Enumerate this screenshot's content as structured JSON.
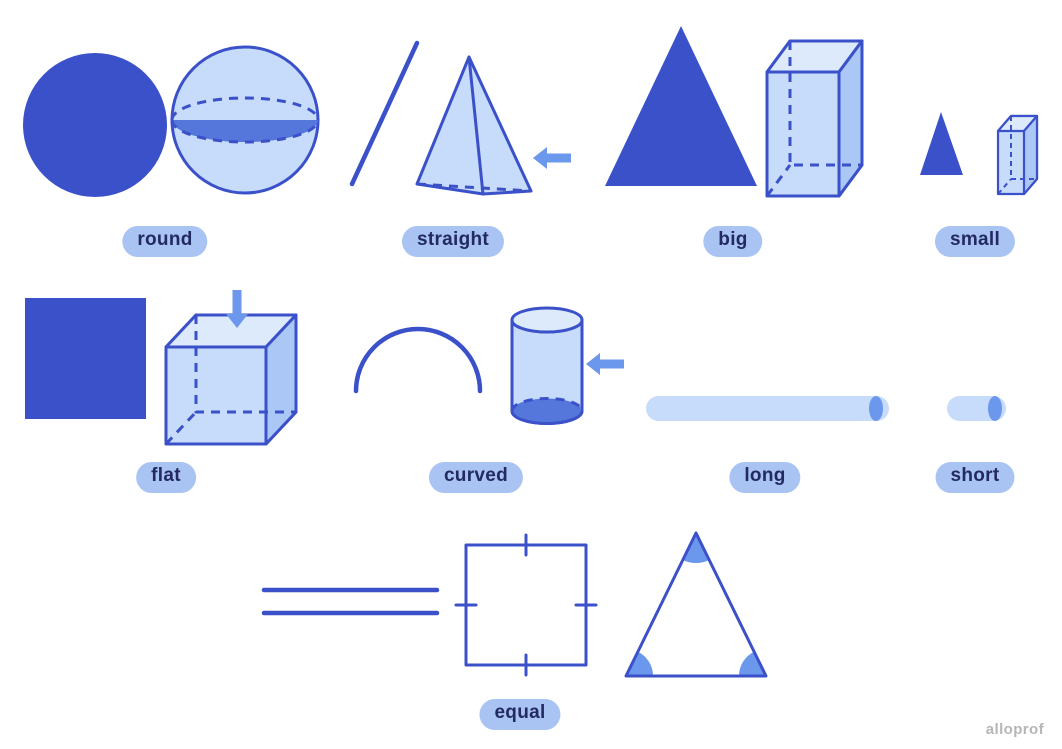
{
  "colors": {
    "background": "#ffffff",
    "dark_blue": "#3b51c9",
    "light_blue": "#c7dbfa",
    "lighter_blue": "#dceafc",
    "side_blue": "#aac7f5",
    "accent_blue": "#6b97ec",
    "band_blue": "#5577dc",
    "pill_bg": "#a9c4f3",
    "label_text": "#232a63",
    "watermark_gray": "#b6b6b6"
  },
  "labels": {
    "round": "round",
    "straight": "straight",
    "big": "big",
    "small": "small",
    "flat": "flat",
    "curved": "curved",
    "long": "long",
    "short": "short",
    "equal": "equal"
  },
  "groups": [
    {
      "term": "round",
      "shapes": [
        "filled circle",
        "sphere"
      ]
    },
    {
      "term": "straight",
      "shapes": [
        "line segment",
        "triangle-based pyramid with arrow pointing at a straight face"
      ]
    },
    {
      "term": "big",
      "shapes": [
        "large filled triangle",
        "large rectangular prism"
      ]
    },
    {
      "term": "small",
      "shapes": [
        "small filled triangle",
        "small rectangular prism"
      ]
    },
    {
      "term": "flat",
      "shapes": [
        "filled square",
        "cube with arrow pointing at its flat top face"
      ]
    },
    {
      "term": "curved",
      "shapes": [
        "arc",
        "cylinder with arrow pointing at its curved surface"
      ]
    },
    {
      "term": "long",
      "shapes": [
        "long rod"
      ]
    },
    {
      "term": "short",
      "shapes": [
        "short rod"
      ]
    },
    {
      "term": "equal",
      "shapes": [
        "equals sign",
        "square with equal-side tick marks",
        "triangle with equal-angle marks"
      ]
    }
  ],
  "watermark": "alloprof"
}
